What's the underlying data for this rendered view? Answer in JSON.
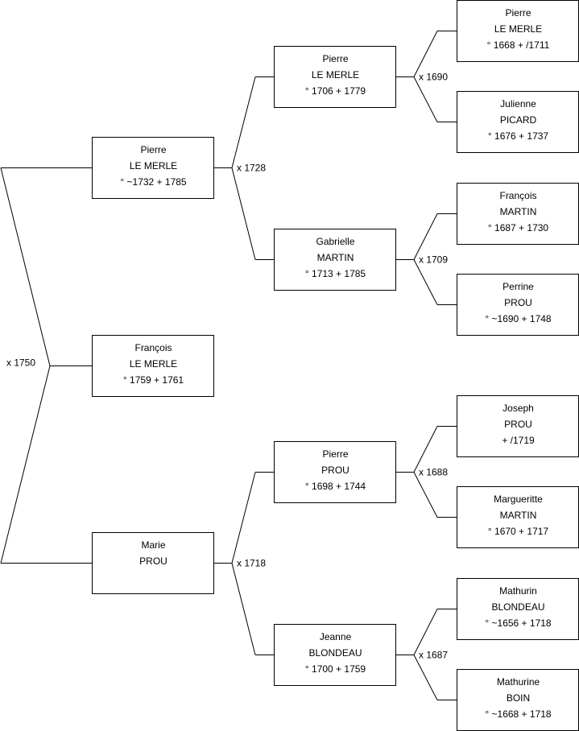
{
  "people": [
    {
      "id": "p1",
      "first": "Pierre",
      "last": "LE MERLE",
      "dates": "° 1668 + /1711"
    },
    {
      "id": "p2",
      "first": "Julienne",
      "last": "PICARD",
      "dates": "° 1676 + 1737"
    },
    {
      "id": "p3",
      "first": "François",
      "last": "MARTIN",
      "dates": "° 1687 + 1730"
    },
    {
      "id": "p4",
      "first": "Perrine",
      "last": "PROU",
      "dates": "° ~1690 + 1748"
    },
    {
      "id": "p5",
      "first": "Joseph",
      "last": "PROU",
      "dates": "+ /1719"
    },
    {
      "id": "p6",
      "first": "Margueritte",
      "last": "MARTIN",
      "dates": "° 1670 + 1717"
    },
    {
      "id": "p7",
      "first": "Mathurin",
      "last": "BLONDEAU",
      "dates": "° ~1656 + 1718"
    },
    {
      "id": "p8",
      "first": "Mathurine",
      "last": "BOIN",
      "dates": "° ~1668 + 1718"
    },
    {
      "id": "g1",
      "first": "Pierre",
      "last": "LE MERLE",
      "dates": "° 1706 + 1779"
    },
    {
      "id": "g2",
      "first": "Gabrielle",
      "last": "MARTIN",
      "dates": "° 1713 + 1785"
    },
    {
      "id": "g3",
      "first": "Pierre",
      "last": "PROU",
      "dates": "° 1698 + 1744"
    },
    {
      "id": "g4",
      "first": "Jeanne",
      "last": "BLONDEAU",
      "dates": "° 1700 + 1759"
    },
    {
      "id": "f1",
      "first": "Pierre",
      "last": "LE MERLE",
      "dates": "° ~1732 + 1785"
    },
    {
      "id": "child",
      "first": "François",
      "last": "LE MERLE",
      "dates": "° 1759 + 1761"
    },
    {
      "id": "f2",
      "first": "Marie",
      "last": "PROU",
      "dates": ""
    }
  ],
  "marriages": [
    {
      "id": "m1",
      "label": "x 1690"
    },
    {
      "id": "m2",
      "label": "x 1709"
    },
    {
      "id": "m3",
      "label": "x 1688"
    },
    {
      "id": "m4",
      "label": "x 1687"
    },
    {
      "id": "m5",
      "label": "x 1728"
    },
    {
      "id": "m6",
      "label": "x 1718"
    },
    {
      "id": "m7",
      "label": "x 1750"
    }
  ]
}
